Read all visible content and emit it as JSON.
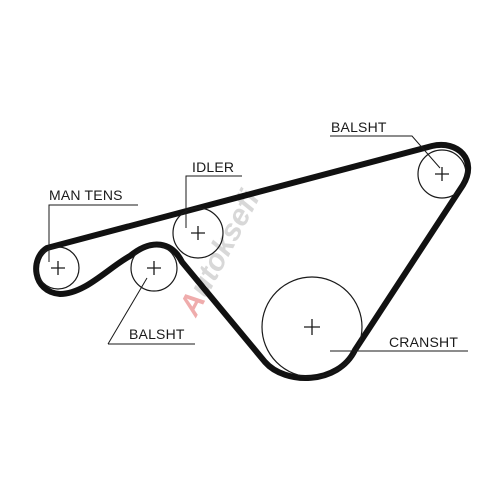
{
  "labels": {
    "man_tens": "MAN TENS",
    "idler": "IDLER",
    "balsht_top": "BALSHT",
    "balsht_bottom": "BALSHT",
    "cranksht": "CRANSHT"
  },
  "watermark": {
    "text": "Autoksefi",
    "color_red": "#e36a6a",
    "color_gray": "#b9b9b9"
  },
  "colors": {
    "belt": "#111111",
    "pulley": "#1a1a1a",
    "leader": "#1a1a1a",
    "background": "#ffffff"
  }
}
